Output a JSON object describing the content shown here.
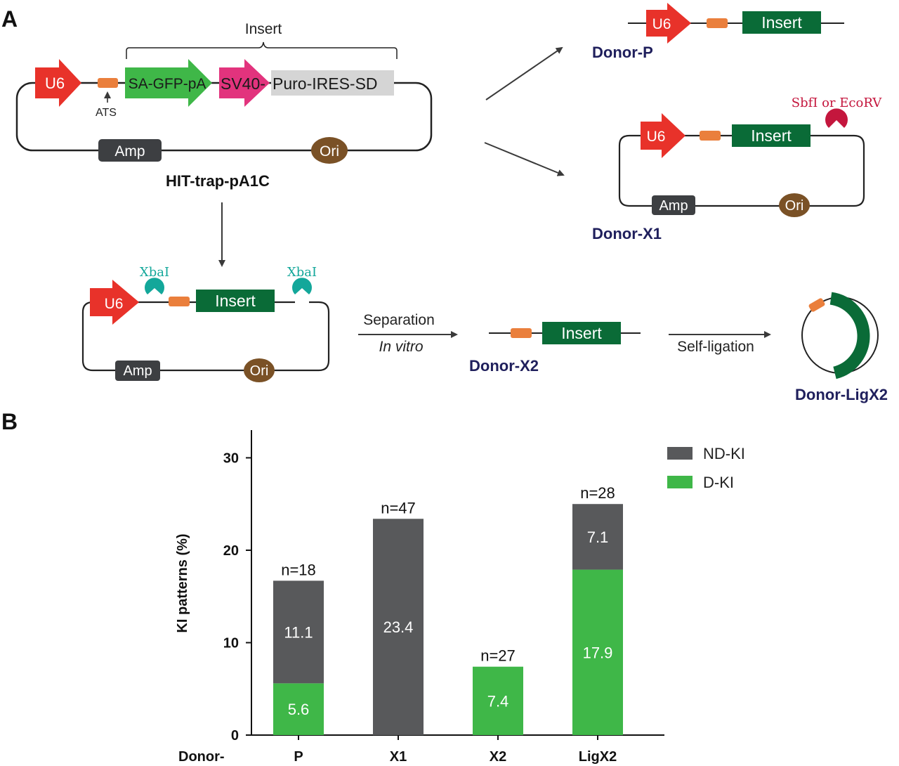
{
  "panels": {
    "a": "A",
    "b": "B"
  },
  "elements": {
    "u6": "U6",
    "ats": "ATS",
    "sa_gfp_pa": "SA-GFP-pA",
    "sv40": "SV40-",
    "puro_ires_sd": "Puro-IRES-SD",
    "amp": "Amp",
    "ori": "Ori",
    "insert": "Insert"
  },
  "enzymes": {
    "xbai": "XbaI",
    "sbfi_ecorv": "SbfI or EcoRV"
  },
  "donors": {
    "parent": "HIT-trap-pA1C",
    "p": "Donor-P",
    "x1": "Donor-X1",
    "x2": "Donor-X2",
    "ligx2": "Donor-LigX2"
  },
  "captions": {
    "separation": "Separation",
    "in_vitro": "In vitro",
    "self_ligation": "Self-ligation"
  },
  "colors": {
    "u6": "#e8322a",
    "ats": "#ea7f3c",
    "sa_gfp": "#3fb748",
    "sv40": "#e2337d",
    "puro": "#d5d5d5",
    "insert": "#0a6b37",
    "amp": "#3d3f42",
    "ori": "#7a5126",
    "xbai": "#13a79a",
    "sbfi": "#c4163d",
    "nd_ki": "#58595b",
    "d_ki": "#3fb748",
    "donor_text": "#1f1f5c"
  },
  "chart_data": {
    "type": "bar",
    "stacked": true,
    "categories": [
      "P",
      "X1",
      "X2",
      "LigX2"
    ],
    "category_prefix": "Donor-",
    "series": [
      {
        "name": "D-KI",
        "values": [
          5.6,
          0,
          7.4,
          17.9
        ],
        "labels": [
          "5.6",
          "",
          "7.4",
          "17.9"
        ]
      },
      {
        "name": "ND-KI",
        "values": [
          11.1,
          23.4,
          0,
          7.1
        ],
        "labels": [
          "11.1",
          "23.4",
          "",
          "7.1"
        ]
      }
    ],
    "n_labels": [
      "n=18",
      "n=47",
      "n=27",
      "n=28"
    ],
    "legend": [
      "ND-KI",
      "D-KI"
    ],
    "ylabel": "KI patterns (%)",
    "yticks": [
      0,
      10,
      20,
      30
    ],
    "ylim": [
      0,
      33
    ],
    "grid": false,
    "legend_position": "top-right"
  }
}
